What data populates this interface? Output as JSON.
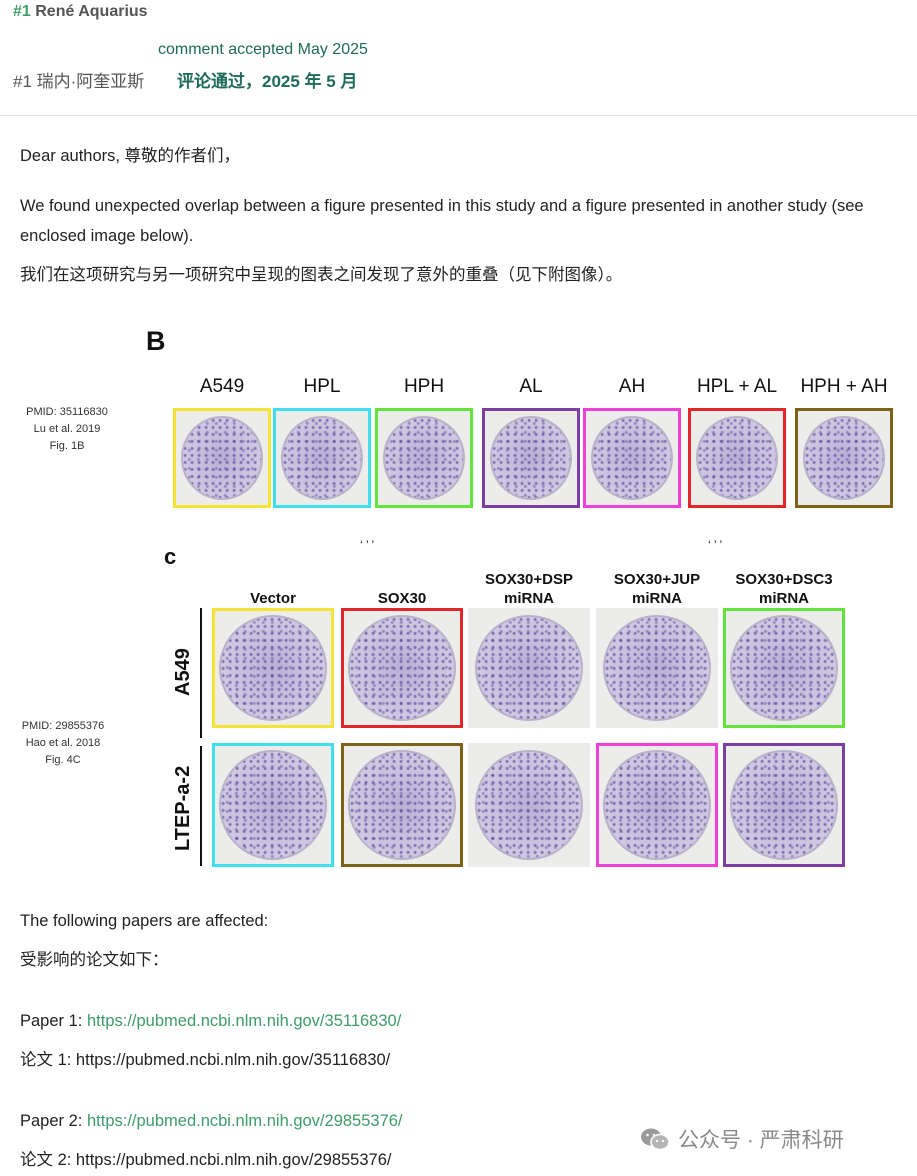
{
  "header": {
    "number": "#1",
    "name": "René Aquarius",
    "accepted": "comment accepted May 2025",
    "zh_number_name": "#1 瑞内·阿奎亚斯",
    "zh_accepted": "评论通过，2025 年 5 月"
  },
  "body": {
    "greeting": "Dear authors, 尊敬的作者们，",
    "para1": "We found unexpected overlap between a figure presented in this study and a figure presented in another study (see enclosed image below).",
    "para1_zh": "我们在这项研究与另一项研究中呈现的图表之间发现了意外的重叠（见下附图像）。",
    "affected": "The following papers are affected:",
    "affected_zh": "受影响的论文如下：",
    "paper1_label": "Paper 1: ",
    "paper1_link": "https://pubmed.ncbi.nlm.nih.gov/35116830/",
    "paper1_zh": "论文 1: https://pubmed.ncbi.nlm.nih.gov/35116830/",
    "paper2_label": "Paper 2: ",
    "paper2_link": "https://pubmed.ncbi.nlm.nih.gov/29855376/",
    "paper2_zh": "论文 2: https://pubmed.ncbi.nlm.nih.gov/29855376/"
  },
  "figure": {
    "panel_b": "B",
    "panel_c": "c",
    "top_meta": [
      "PMID: 35116830",
      "Lu et al. 2019",
      "Fig. 1B"
    ],
    "top_labels": [
      "A549",
      "HPL",
      "HPH",
      "AL",
      "AH",
      "HPL + AL",
      "HPH + AH"
    ],
    "top_colors": [
      "#f2e534",
      "#3fe0ee",
      "#62e23a",
      "#7a3fa3",
      "#f03fd6",
      "#e3262a",
      "#7e6218"
    ],
    "bottom_meta": [
      "PMID: 29855376",
      "Hao et al. 2018",
      "Fig. 4C"
    ],
    "bottom_col_labels": [
      [
        "Vector",
        ""
      ],
      [
        "SOX30",
        ""
      ],
      [
        "SOX30+DSP",
        "miRNA"
      ],
      [
        "SOX30+JUP",
        "miRNA"
      ],
      [
        "SOX30+DSC3",
        "miRNA"
      ]
    ],
    "row_labels": [
      "A549",
      "LTEP-a-2"
    ],
    "row1_colors": [
      "#f2e534",
      "#e3262a",
      "",
      "",
      "#62e23a"
    ],
    "row2_colors": [
      "#3fe0ee",
      "#7e6218",
      "",
      "#f03fd6",
      "#7a3fa3"
    ]
  },
  "watermark": {
    "text": "公众号 · 严肃科研",
    "icon": "wechat-icon"
  }
}
